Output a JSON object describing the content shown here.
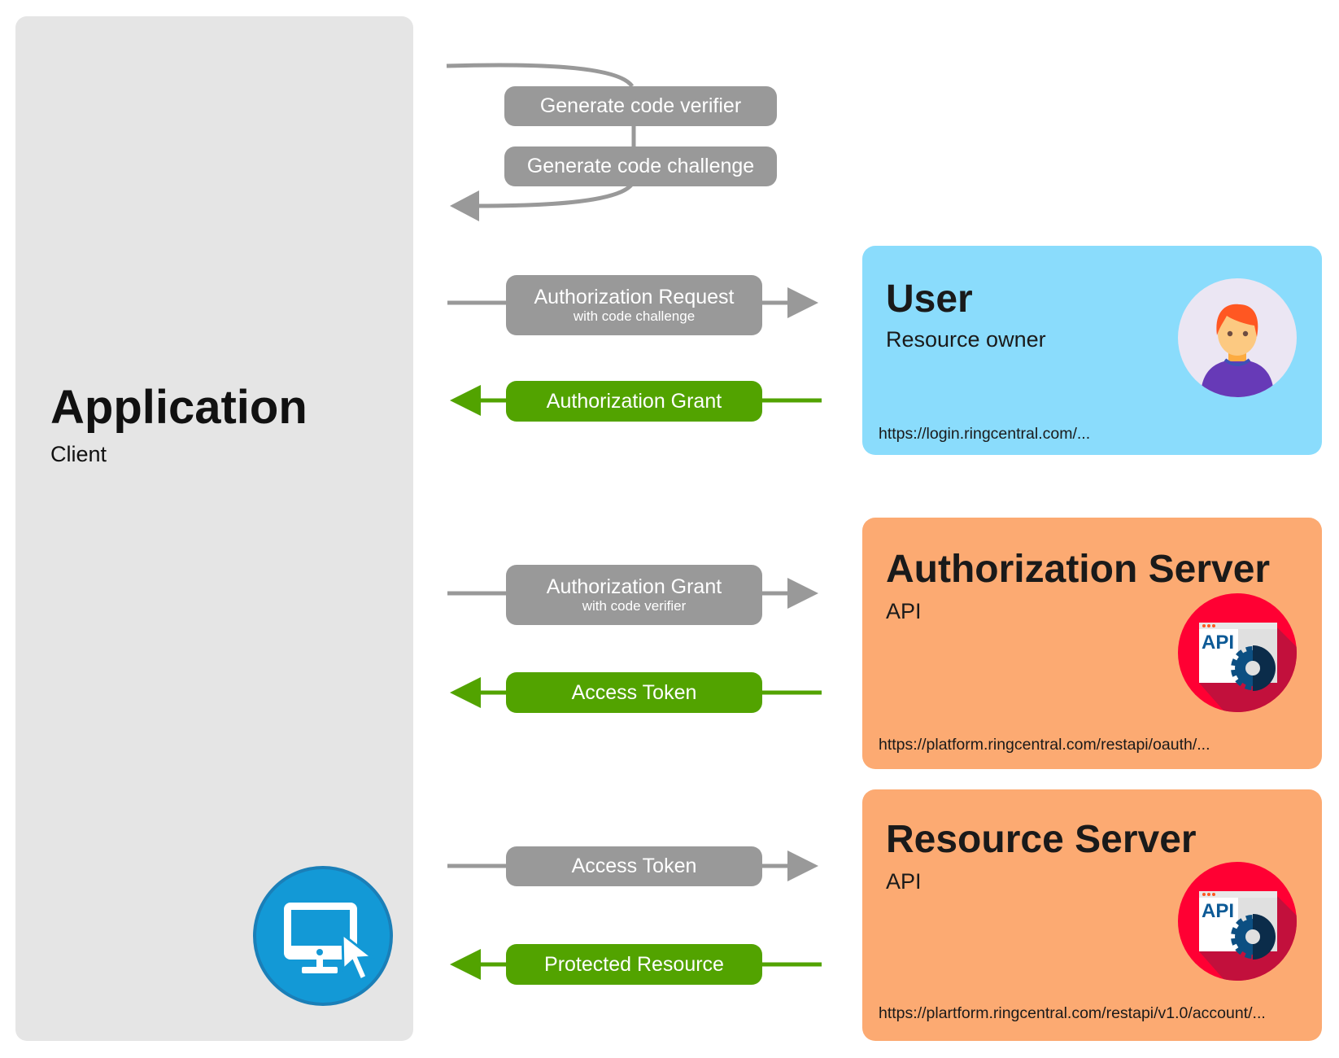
{
  "client": {
    "title": "Application",
    "subtitle": "Client",
    "icon": "computer-click-icon"
  },
  "steps": {
    "verifier": {
      "label": "Generate code verifier"
    },
    "challenge": {
      "label": "Generate code challenge"
    },
    "auth_request": {
      "label": "Authorization Request",
      "sublabel": "with code challenge",
      "direction": "right"
    },
    "auth_grant_return": {
      "label": "Authorization Grant",
      "direction": "left"
    },
    "auth_grant_send": {
      "label": "Authorization Grant",
      "sublabel": "with code verifier",
      "direction": "right"
    },
    "access_token_return": {
      "label": "Access Token",
      "direction": "left"
    },
    "access_token_send": {
      "label": "Access Token",
      "direction": "right"
    },
    "protected_resource": {
      "label": "Protected Resource",
      "direction": "left"
    }
  },
  "actors": {
    "user": {
      "title": "User",
      "subtitle": "Resource owner",
      "url": "https://login.ringcentral.com/...",
      "icon": "user-avatar-icon"
    },
    "auth_server": {
      "title": "Authorization Server",
      "subtitle": "API",
      "url": "https://platform.ringcentral.com/restapi/oauth/...",
      "icon": "api-gear-icon",
      "icon_text": "API"
    },
    "resource_server": {
      "title": "Resource Server",
      "subtitle": "API",
      "url": "https://plartform.ringcentral.com/restapi/v1.0/account/...",
      "icon": "api-gear-icon",
      "icon_text": "API"
    }
  },
  "colors": {
    "request": "#999999",
    "response": "#52a300",
    "user_card": "#8adcfc",
    "server_card": "#fcaa72",
    "client_panel": "#e5e5e5"
  }
}
